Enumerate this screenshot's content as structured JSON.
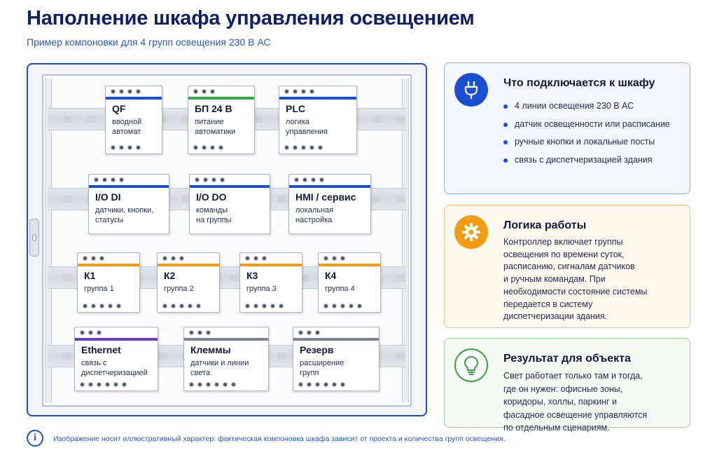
{
  "header": {
    "title": "Наполнение шкафа управления освещением",
    "subtitle": "Пример компоновки для 4 групп освещения 230 В АС"
  },
  "colors": {
    "accent_blue": "#1b4fd3",
    "green": "#3aa54a",
    "orange": "#f59a13",
    "purple": "#6a3dc8",
    "gray": "#7a8495"
  },
  "modules": [
    {
      "title": "QF",
      "desc1": "вводной",
      "desc2": "автомат",
      "stripe": "#1b4fd3"
    },
    {
      "title": "БП 24 В",
      "desc1": "питание",
      "desc2": "автоматики",
      "stripe": "#3aa54a"
    },
    {
      "title": "PLC",
      "desc1": "логика",
      "desc2": "управления",
      "stripe": "#1b4fd3"
    },
    {
      "title": "I/O DI",
      "desc1": "датчики, кнопки,",
      "desc2": "статусы",
      "stripe": "#1b4fd3"
    },
    {
      "title": "I/O DO",
      "desc1": "команды",
      "desc2": "на группы",
      "stripe": "#1b4fd3"
    },
    {
      "title": "HMI / сервис",
      "desc1": "локальная",
      "desc2": "настройка",
      "stripe": "#1b4fd3"
    },
    {
      "title": "К1",
      "desc1": "группа 1",
      "desc2": "",
      "stripe": "#f59a13"
    },
    {
      "title": "К2",
      "desc1": "группа 2",
      "desc2": "",
      "stripe": "#f59a13"
    },
    {
      "title": "К3",
      "desc1": "группа 3",
      "desc2": "",
      "stripe": "#f59a13"
    },
    {
      "title": "К4",
      "desc1": "группа 4",
      "desc2": "",
      "stripe": "#f59a13"
    },
    {
      "title": "Ethernet",
      "desc1": "связь с",
      "desc2": "диспетчеризацией",
      "stripe": "#6a3dc8"
    },
    {
      "title": "Клеммы",
      "desc1": "датчики и линии",
      "desc2": "света",
      "stripe": "#7a8495"
    },
    {
      "title": "Резерв",
      "desc1": "расширение",
      "desc2": "групп",
      "stripe": "#7a8495"
    }
  ],
  "cards": {
    "connect": {
      "title": "Что подключается к шкафу",
      "icon": "plug-icon",
      "items": [
        "4 линии освещения 230 В АС",
        "датчик освещенности или расписание",
        "ручные кнопки и локальные посты",
        "связь с диспетчеризацией здания"
      ]
    },
    "logic": {
      "title": "Логика работы",
      "icon": "gear-icon",
      "lines": [
        "Контроллер включает группы",
        "освещения по времени суток,",
        "расписанию, сигналам датчиков",
        "и ручным командам. При",
        "необходимости состояние системы",
        "передается в систему",
        "диспетчеризации здания."
      ]
    },
    "result": {
      "title": "Результат для объекта",
      "icon": "lightbulb-icon",
      "lines": [
        "Свет работает только там и тогда,",
        "где он нужен: офисные зоны,",
        "коридоры, холлы, паркинг и",
        "фасадное освещение управляются",
        "по отдельным сценариям."
      ]
    }
  },
  "footer": {
    "icon": "info-icon",
    "icon_glyph": "i",
    "text": "Изображение носит иллюстративный характер: фактическая компоновка шкафа зависит от проекта и количества групп освещения."
  }
}
